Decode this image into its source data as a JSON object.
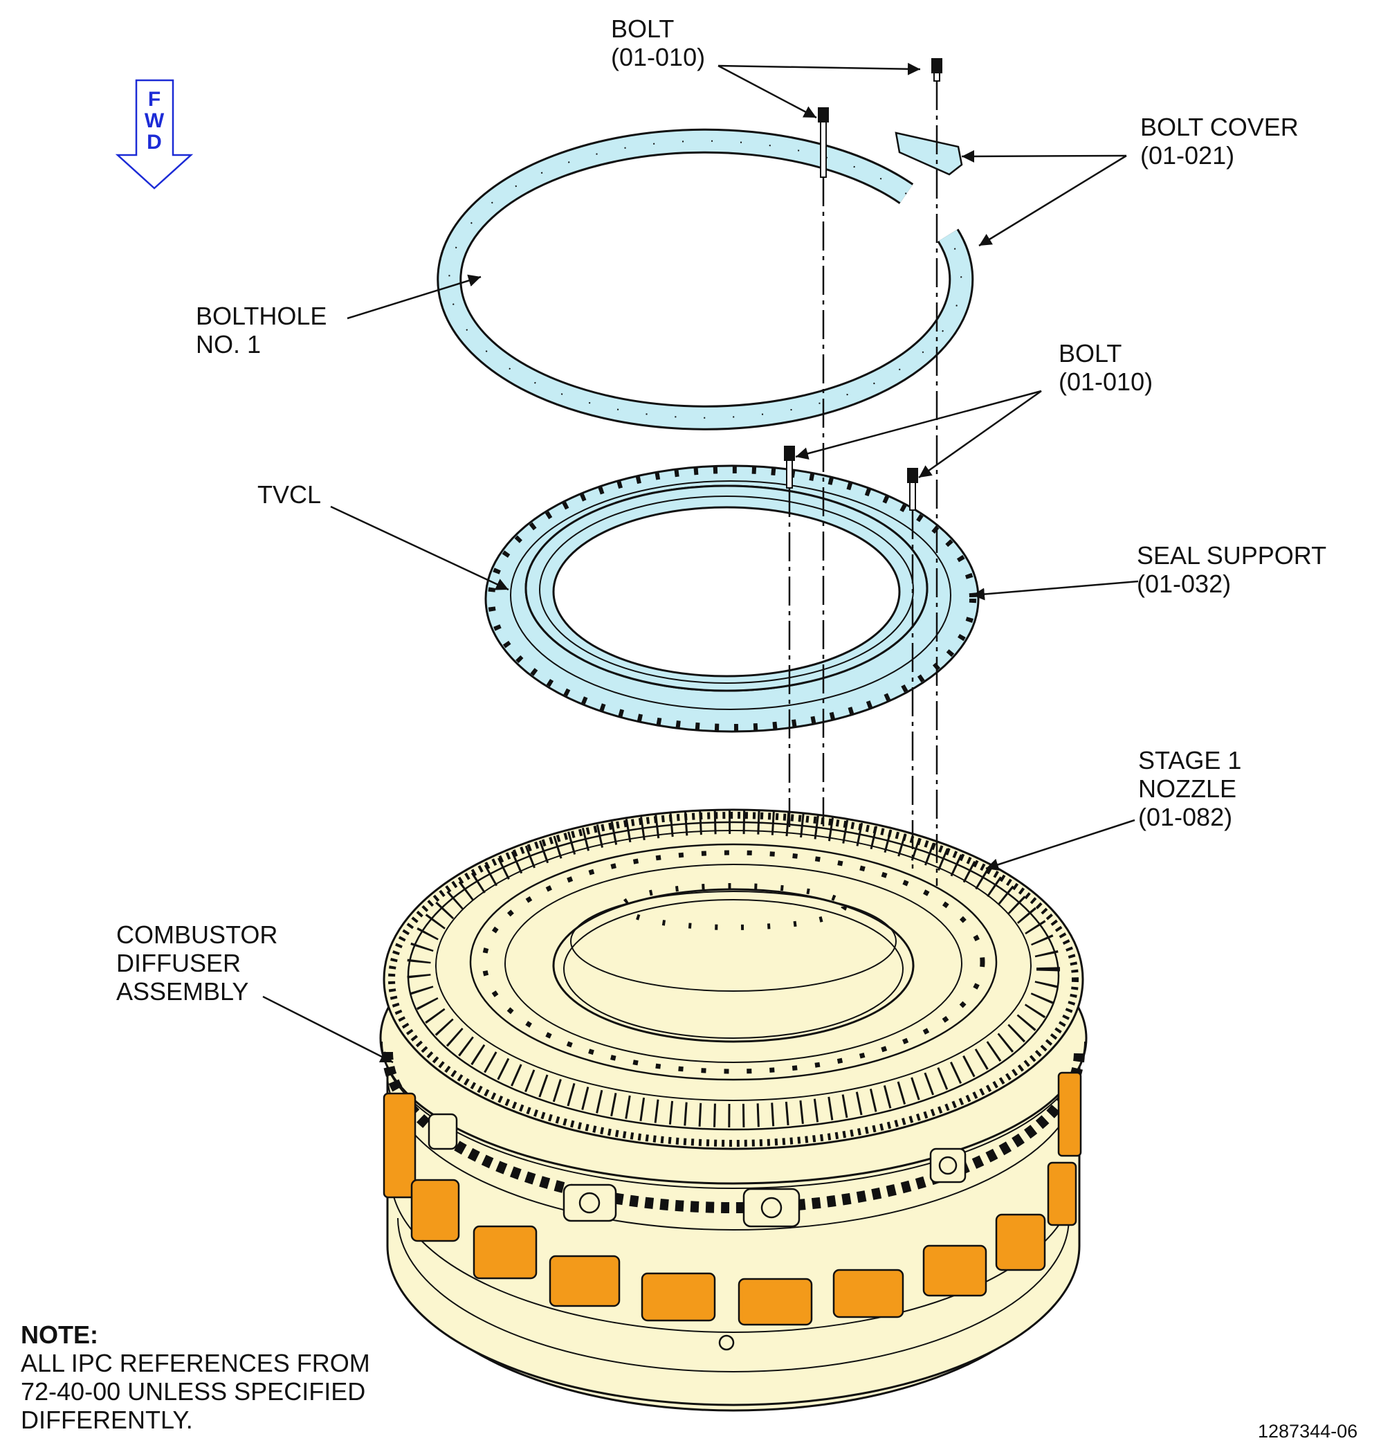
{
  "fwd_arrow": {
    "letters": [
      "F",
      "W",
      "D"
    ],
    "color": "#1c2bd6"
  },
  "labels": {
    "bolt_top": {
      "name": "BOLT",
      "ref": "(01-010)"
    },
    "bolt_cover": {
      "name": "BOLT COVER",
      "ref": "(01-021)"
    },
    "bolthole": {
      "line1": "BOLTHOLE",
      "line2": "NO. 1"
    },
    "bolt_mid": {
      "name": "BOLT",
      "ref": "(01-010)"
    },
    "tvcl": {
      "name": "TVCL"
    },
    "seal_support": {
      "name": "SEAL SUPPORT",
      "ref": "(01-032)"
    },
    "stage1_nozzle": {
      "line1": "STAGE 1",
      "line2": "NOZZLE",
      "ref": "(01-082)"
    },
    "combustor": {
      "line1": "COMBUSTOR",
      "line2": "DIFFUSER",
      "line3": "ASSEMBLY"
    }
  },
  "note": {
    "title": "NOTE:",
    "line1": "ALL IPC REFERENCES FROM",
    "line2": "72-40-00 UNLESS SPECIFIED",
    "line3": "DIFFERENTLY."
  },
  "figure_number": "1287344-06",
  "colors": {
    "ring_fill": "#c6ecf4",
    "housing_fill": "#fbf6cf",
    "bracket_fill": "#f39a1a",
    "line": "#111111"
  }
}
